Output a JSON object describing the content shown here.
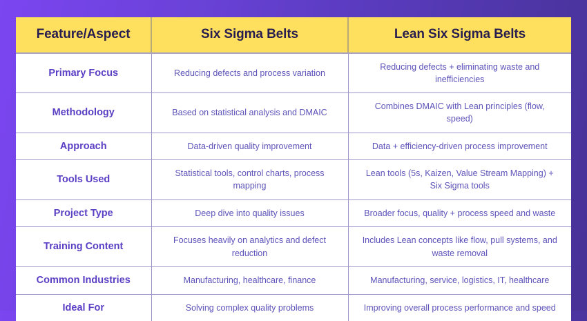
{
  "theme": {
    "background_gradient_start": "#7b45f0",
    "background_gradient_end": "#473296",
    "header_background": "#ffdf5e",
    "header_text_color": "#281d4f",
    "row_label_color": "#5b3fc4",
    "cell_text_color": "#5c53b9",
    "cell_background": "#ffffff",
    "border_color": "#9c95c9"
  },
  "table": {
    "headers": [
      "Feature/Aspect",
      "Six Sigma Belts",
      "Lean Six Sigma Belts"
    ],
    "rows": [
      {
        "label": "Primary Focus",
        "six_sigma": "Reducing defects and process variation",
        "lean_six_sigma": "Reducing defects + eliminating waste and inefficiencies"
      },
      {
        "label": "Methodology",
        "six_sigma": "Based on statistical analysis and DMAIC",
        "lean_six_sigma": "Combines DMAIC with Lean principles (flow, speed)"
      },
      {
        "label": "Approach",
        "six_sigma": "Data-driven quality improvement",
        "lean_six_sigma": "Data + efficiency-driven process improvement"
      },
      {
        "label": "Tools Used",
        "six_sigma": "Statistical tools, control charts, process mapping",
        "lean_six_sigma": "Lean tools (5s, Kaizen, Value Stream Mapping) + Six Sigma tools"
      },
      {
        "label": "Project Type",
        "six_sigma": "Deep dive into quality issues",
        "lean_six_sigma": "Broader focus, quality + process speed and waste"
      },
      {
        "label": "Training Content",
        "six_sigma": "Focuses heavily on analytics and defect reduction",
        "lean_six_sigma": "Includes Lean concepts like flow, pull systems, and waste removal"
      },
      {
        "label": "Common Industries",
        "six_sigma": "Manufacturing, healthcare, finance",
        "lean_six_sigma": "Manufacturing, service, logistics, IT, healthcare"
      },
      {
        "label": "Ideal For",
        "six_sigma": "Solving complex quality problems",
        "lean_six_sigma": "Improving overall process performance and speed"
      }
    ]
  }
}
